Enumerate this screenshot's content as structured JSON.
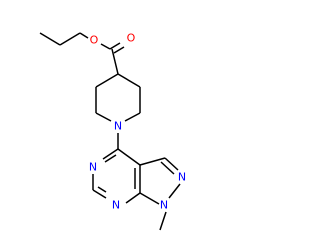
{
  "colors": {
    "background": "#ffffff",
    "bond": "#000000",
    "oxygen": "#ff0000",
    "nitrogen": "#0000ff"
  },
  "atoms": {
    "o_ester": {
      "symbol": "O",
      "color": "oxygen"
    },
    "o_carbonyl": {
      "symbol": "O",
      "color": "oxygen"
    },
    "n_piperidine": {
      "symbol": "N",
      "color": "nitrogen"
    },
    "n_pyrimidine_a": {
      "symbol": "N",
      "color": "nitrogen"
    },
    "n_pyrimidine_b": {
      "symbol": "N",
      "color": "nitrogen"
    },
    "n_pyrazole_a": {
      "symbol": "N",
      "color": "nitrogen"
    },
    "n_pyrazole_b": {
      "symbol": "N",
      "color": "nitrogen"
    }
  }
}
